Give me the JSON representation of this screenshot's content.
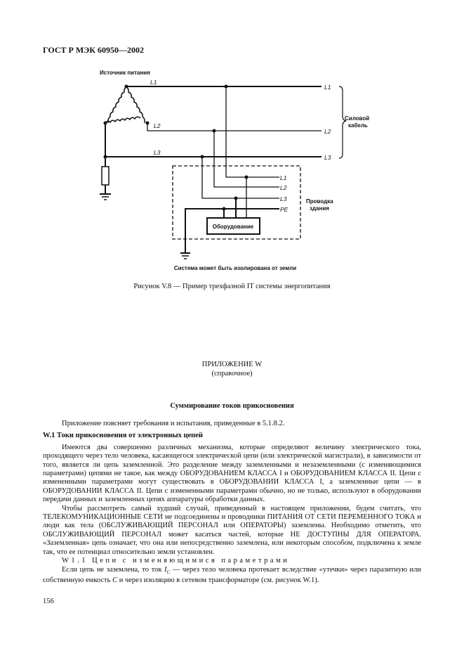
{
  "header": "ГОСТ Р МЭК 60950—2002",
  "figure": {
    "source_label": "Источник питания",
    "line_labels_left": [
      "L1",
      "L2",
      "L3"
    ],
    "line_labels_right": [
      "L1",
      "L2",
      "L3"
    ],
    "cable_label_1": "Силовой",
    "cable_label_2": "кабель",
    "inner_labels": [
      "L1",
      "L2",
      "L3",
      "PE"
    ],
    "wiring_label_1": "Проводка",
    "wiring_label_2": "здания",
    "equipment_label": "Оборудование",
    "note": "Система может быть изолирована от земли",
    "caption": "Рисунок V.8 — Пример трехфазной IT системы энергопитания"
  },
  "appendix": {
    "title": "ПРИЛОЖЕНИЕ W",
    "subtitle": "(справочное)",
    "heading": "Суммирование токов прикосновения"
  },
  "body": {
    "intro": "Приложение поясняет требования и испытания, приведенные в 5.1.8.2.",
    "section": "W.1 Токи прикосновения от электронных цепей",
    "p1": "Имеются два совершенно различных механизма, которые определяют величину электрического тока, проходящего через тело человека, касающегося электрической цепи (или электрической магистрали), в зависимости от того, является ли цепь заземленной. Это разделение между заземленными и незаземленными (с изменяющимися параметрами) цепями не такое, как между ОБОРУДОВАНИЕМ КЛАССА I и ОБОРУДОВАНИЕМ КЛАССА II. Цепи с измененными параметрами могут существовать в ОБОРУДОВАНИИ КЛАССА I, а заземленные цепи — в ОБОРУДОВАНИИ КЛАССА II. Цепи с измененными параметрами обычно, но не только, используют в оборудовании передачи данных и заземленных цепях аппаратуры обработки данных.",
    "p2": "Чтобы рассмотреть самый худший случай, приведенный в настоящем приложении, будем считать, что ТЕЛЕКОМУНИКАЦИОННЫЕ СЕТИ не подсоединены и проводники ПИТАНИЯ ОТ СЕТИ ПЕРЕМЕННОГО ТОКА и люди как тела (ОБСЛУЖИВАЮЩИЙ ПЕРСОНАЛ или ОПЕРАТОРЫ) заземлены. Необходимо отметить, что ОБСЛУЖИВАЮЩИЙ ПЕРСОНАЛ может касаться частей, которые НЕ ДОСТУПНЫ ДЛЯ ОПЕРАТОРА. «Заземленная» цепь означает, что она или непосредственно заземлена, или некоторым способом, подключена к земле так, что ее потенциал относительно земли установлен.",
    "subsection": "W1.1 Цепи с изменяющимися параметрами",
    "p3_a": "Если цепь не заземлена, то ток ",
    "p3_sym": "I",
    "p3_sub": "C",
    "p3_b": " — через тело человека протекает вследствие «утечки» через паразитную или собственную емкость ",
    "p3_c": "C",
    "p3_d": " и через изоляцию в сетевом трансформаторе (см. рисунок W.1)."
  },
  "page_number": "156"
}
